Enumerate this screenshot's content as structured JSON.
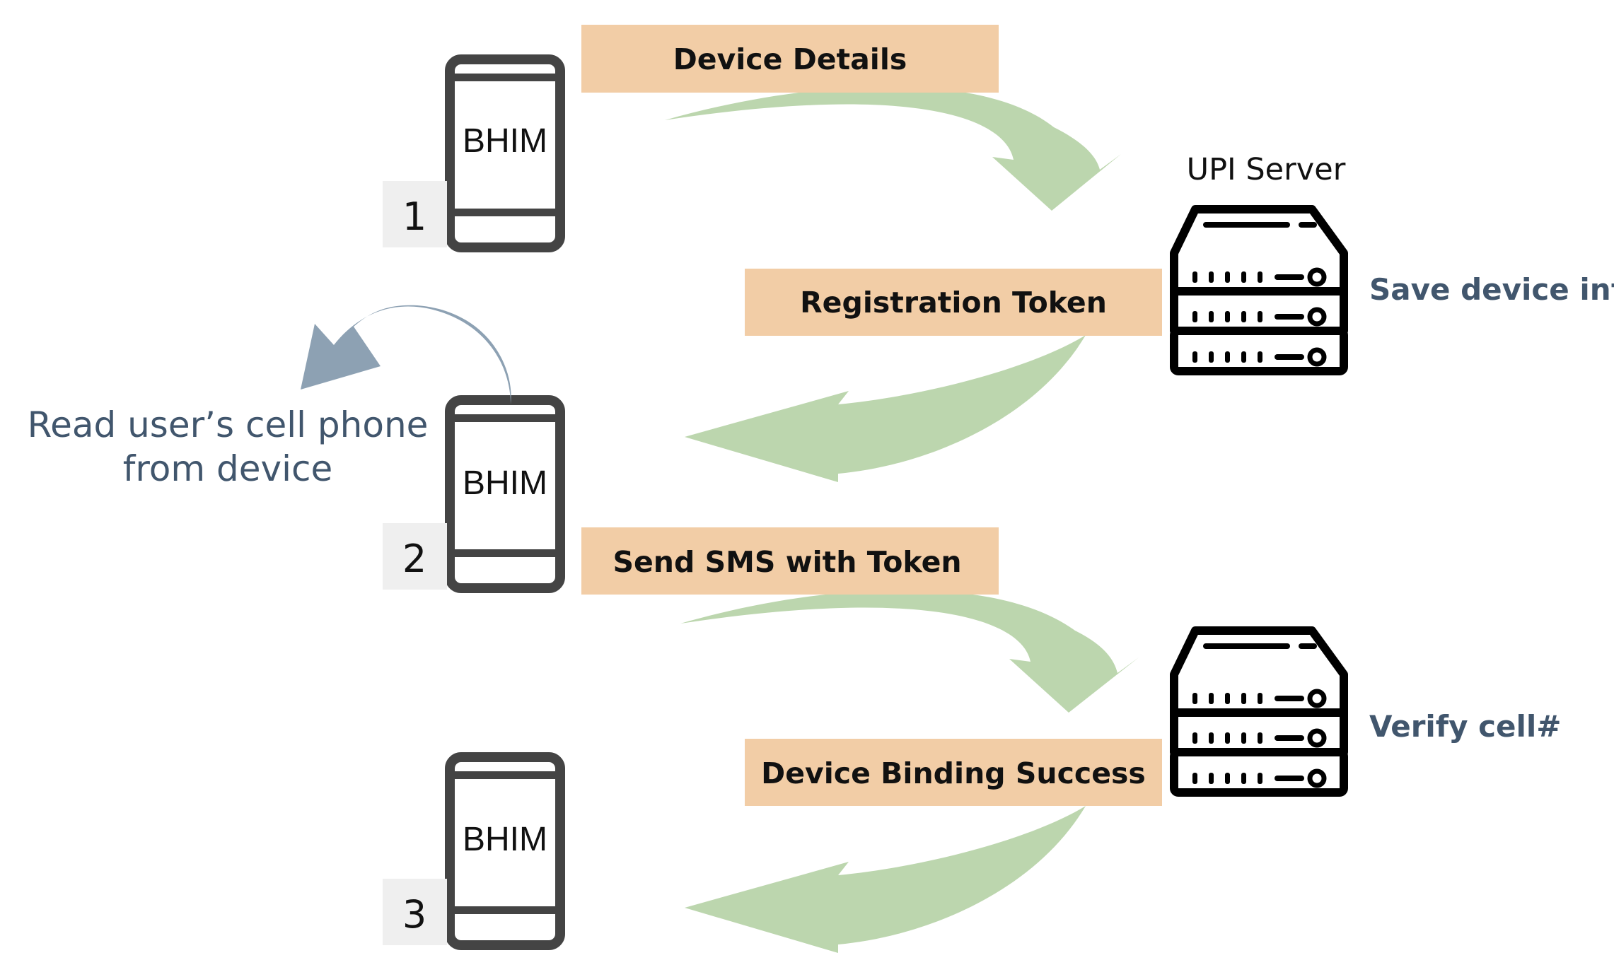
{
  "app_label": "BHIM",
  "server": {
    "title": "UPI Server",
    "note_save": "Save device info",
    "note_verify": "Verify cell#"
  },
  "steps": {
    "one": "1",
    "two": "2",
    "three": "3"
  },
  "messages": {
    "device_details": "Device Details",
    "registration_token": "Registration Token",
    "send_sms": "Send SMS with Token",
    "binding_success": "Device Binding Success"
  },
  "client_note": {
    "line1": "Read user’s cell phone",
    "line2": "from device"
  },
  "colors": {
    "label_fill": "#f2cda6",
    "flow_arrow": "#bcd6ae",
    "note_arrow": "#8da1b3",
    "note_text": "#41566d",
    "phone_frame": "#444444"
  }
}
